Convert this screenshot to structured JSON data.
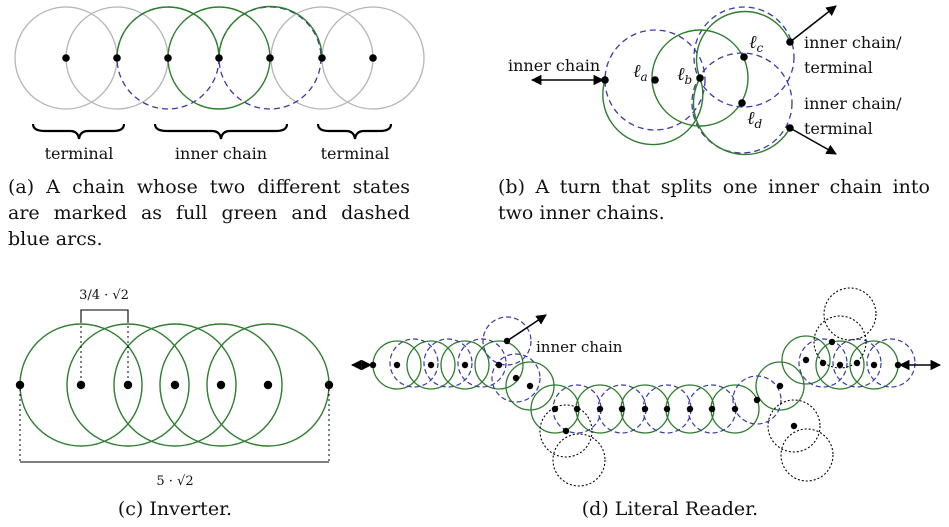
{
  "colors": {
    "green": "#2e7d2e",
    "blue": "#3a3aa8",
    "gray": "#b4b4b4",
    "black": "#000000"
  },
  "panel_a": {
    "labels": [
      "terminal",
      "inner chain",
      "terminal"
    ],
    "caption": "(a) A chain whose two different states are marked as full green and dashed blue arcs."
  },
  "panel_b": {
    "inner_chain": "inner chain",
    "ends": [
      "inner chain/",
      "terminal",
      "inner chain/",
      "terminal"
    ],
    "points": [
      "ℓ",
      "a",
      "ℓ",
      "b",
      "ℓ",
      "c",
      "ℓ",
      "d"
    ],
    "caption": "(b) A turn that splits one inner chain into two inner chains."
  },
  "panel_c": {
    "top_label": "3/4 · √2",
    "bottom_label": "5 · √2",
    "caption": "(c) Inverter."
  },
  "panel_d": {
    "inner_chain": "inner chain",
    "caption": "(d) Literal Reader."
  }
}
